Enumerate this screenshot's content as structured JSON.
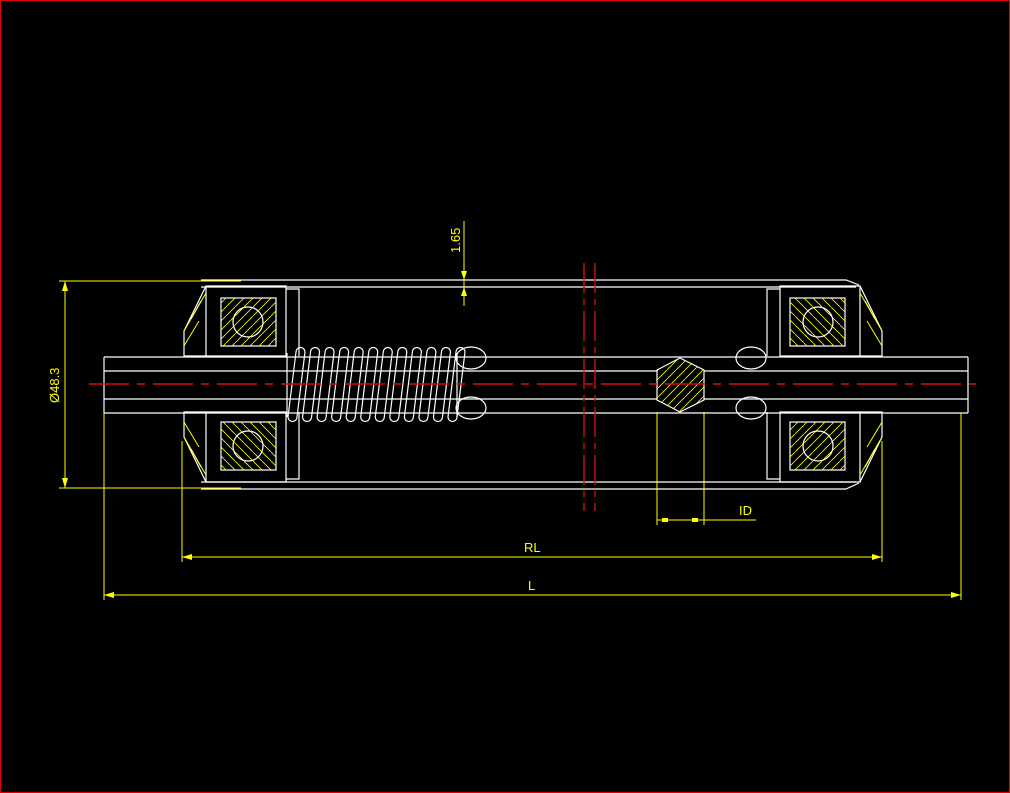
{
  "drawing": {
    "title": "Roller assembly cross-section",
    "dimensions": {
      "diameter": "Ø48.3",
      "wall_thickness": "1.65",
      "inner_diameter": "ID",
      "roller_length": "RL",
      "total_length": "L"
    },
    "spring_coils": 12
  },
  "colors": {
    "geometry": "#ffffff",
    "dimension": "#ffff00",
    "centerline": "#d01010",
    "border": "#e00000"
  }
}
